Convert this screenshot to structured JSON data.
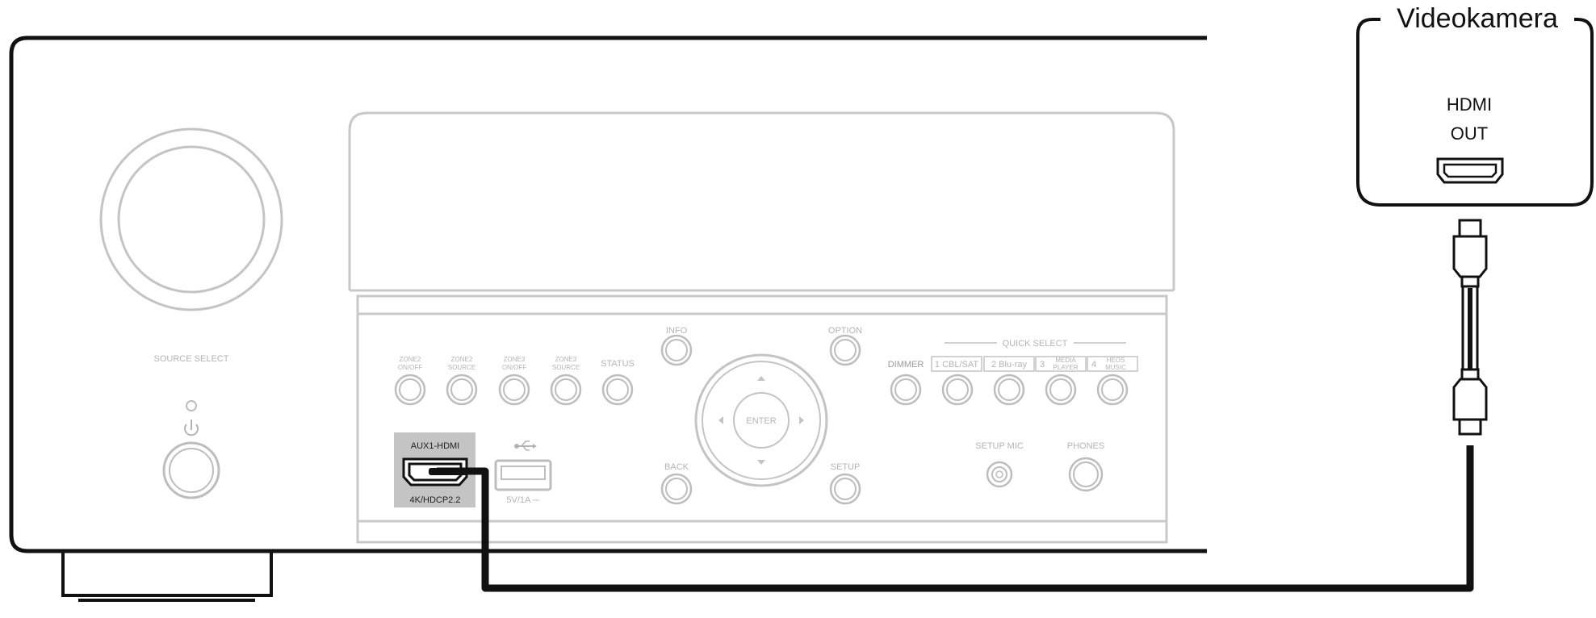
{
  "receiver": {
    "source_select_label": "SOURCE SELECT",
    "power_icon": "power-icon",
    "buttons_top": [
      {
        "line1": "ZONE2",
        "line2": "ON/OFF"
      },
      {
        "line1": "ZONE2",
        "line2": "SOURCE"
      },
      {
        "line1": "ZONE3",
        "line2": "ON/OFF"
      },
      {
        "line1": "ZONE3",
        "line2": "SOURCE"
      },
      {
        "line1": "STATUS",
        "line2": ""
      }
    ],
    "info_label": "INFO",
    "option_label": "OPTION",
    "back_label": "BACK",
    "setup_label": "SETUP",
    "enter_label": "ENTER",
    "dimmer_label": "DIMMER",
    "quick_select_label": "QUICK SELECT",
    "quick_select_items": [
      {
        "line1": "1 CBL/SAT",
        "line2": ""
      },
      {
        "line1": "2 Blu-ray",
        "line2": ""
      },
      {
        "line1": "MEDIA",
        "line2": "PLAYER",
        "num": "3"
      },
      {
        "line1": "HEOS",
        "line2": "MUSIC",
        "num": "4"
      }
    ],
    "aux_hdmi_label": "AUX1-HDMI",
    "hdcp_label": "4K/HDCP2.2",
    "usb_icon": "usb-icon",
    "usb_rating": "5V/1A ⎓",
    "setup_mic_label": "SETUP MIC",
    "phones_label": "PHONES"
  },
  "camera": {
    "title": "Videokamera",
    "port_line1": "HDMI",
    "port_line2": "OUT"
  },
  "colors": {
    "device_outline": "#111111",
    "panel_gray": "#c8c8c8",
    "label_gray": "#b4b4b4",
    "aux_highlight": "#c4c4c4"
  }
}
